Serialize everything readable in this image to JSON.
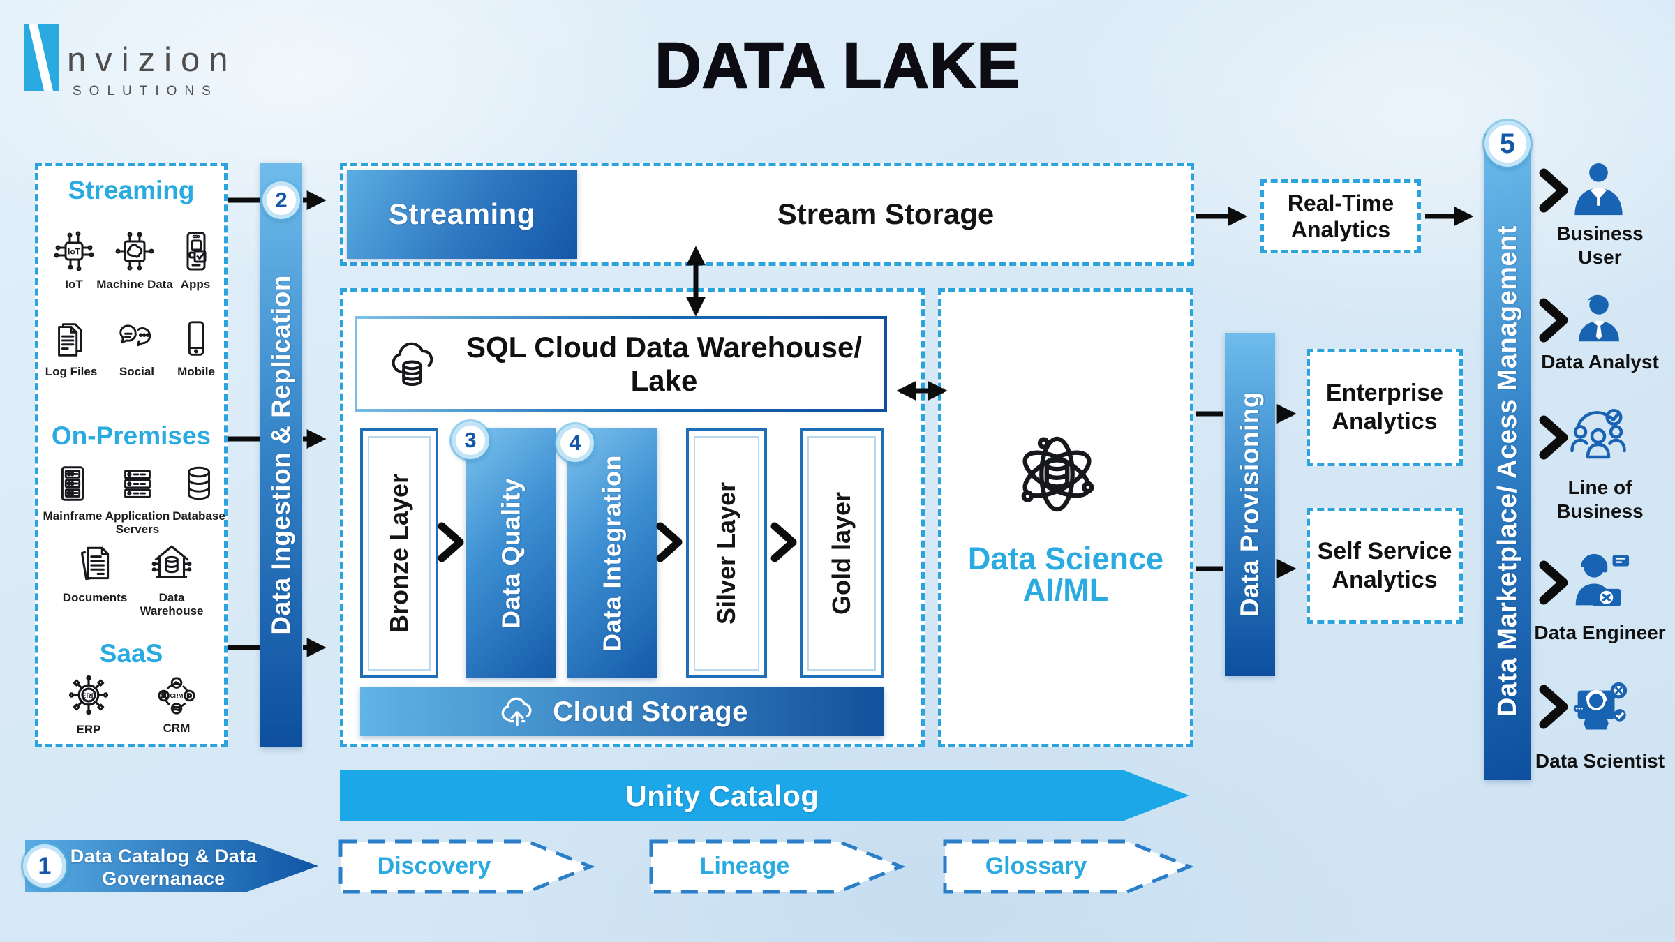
{
  "brand": {
    "name": "nvizion",
    "tagline": "SOLUTIONS"
  },
  "title": "DATA LAKE",
  "sources": {
    "streaming_heading": "Streaming",
    "onprem_heading": "On-Premises",
    "saas_heading": "SaaS",
    "items": {
      "iot": "IoT",
      "machine_data": "Machine Data",
      "apps": "Apps",
      "log_files": "Log Files",
      "social": "Social",
      "mobile": "Mobile",
      "mainframe": "Mainframe",
      "app_servers": "Application Servers",
      "database": "Database",
      "documents": "Documents",
      "data_warehouse": "Data Warehouse",
      "erp": "ERP",
      "crm": "CRM"
    }
  },
  "flow": {
    "ingestion": {
      "badge": "2",
      "label": "Data Ingestion & Replication"
    },
    "streaming_box": "Streaming",
    "stream_storage": "Stream Storage",
    "realtime_analytics": "Real-Time Analytics",
    "warehouse_title": "SQL Cloud Data Warehouse/ Lake",
    "layers": {
      "bronze": "Bronze Layer",
      "quality": {
        "badge": "3",
        "label": "Data Quality"
      },
      "integration": {
        "badge": "4",
        "label": "Data Integration"
      },
      "silver": "Silver Layer",
      "gold": "Gold layer"
    },
    "cloud_storage": "Cloud Storage",
    "data_science": {
      "line1": "Data Science",
      "line2": "AI/ML"
    },
    "provisioning": "Data Provisioning",
    "enterprise_analytics": "Enterprise Analytics",
    "self_service_analytics": "Self Service Analytics",
    "marketplace": {
      "badge": "5",
      "label": "Data Marketplace/ Acess Management"
    }
  },
  "consumers": {
    "business_user": "Business User",
    "data_analyst": "Data Analyst",
    "line_of_business": "Line of Business",
    "data_engineer": "Data Engineer",
    "data_scientist": "Data Scientist"
  },
  "governance": {
    "badge": "1",
    "label": "Data Catalog & Data Governanace",
    "unity_catalog": "Unity Catalog",
    "discovery": "Discovery",
    "lineage": "Lineage",
    "glossary": "Glossary"
  },
  "colors": {
    "accent_cyan": "#29ABE2",
    "dark_blue": "#0D4F9E",
    "badge_number": "#1358A8",
    "band_blue": "#1BA7E8",
    "persona_blue": "#1863B2",
    "ink": "#121212"
  }
}
